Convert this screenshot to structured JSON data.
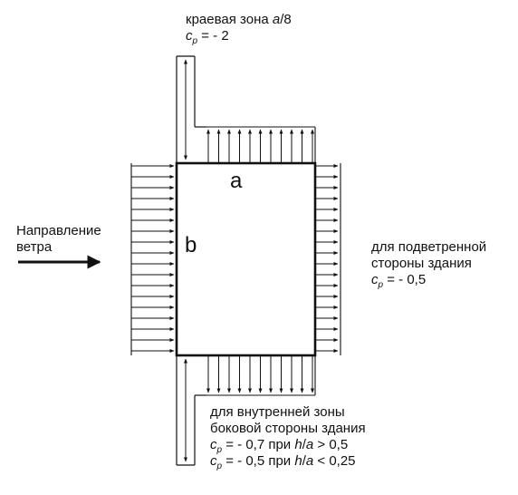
{
  "edge_zone": {
    "line1_text": "краевая зона ",
    "line1_var": "a",
    "line1_suffix": "/8",
    "line2_sym": "c",
    "line2_sub": "p",
    "line2_value": " = - 2"
  },
  "building": {
    "side_a": "a",
    "side_b": "b"
  },
  "wind": {
    "line1": "Направление",
    "line2": "ветра"
  },
  "leeward": {
    "line1": "для подветренной",
    "line2": "стороны здания",
    "coef_sym": "c",
    "coef_sub": "p",
    "coef_value": " = - 0,5"
  },
  "inner_zone": {
    "line1": "для внутренней зоны",
    "line2": "боковой стороны здания",
    "cond1_sym": "c",
    "cond1_sub": "p",
    "cond1_text": " = - 0,7 при ",
    "cond1_var_h": "h",
    "cond1_slash": "/",
    "cond1_var_a": "a",
    "cond1_rest": " > 0,5",
    "cond2_sym": "c",
    "cond2_sub": "p",
    "cond2_text": " = - 0,5 при ",
    "cond2_var_h": "h",
    "cond2_slash": "/",
    "cond2_var_a": "a",
    "cond2_rest": " < 0,25"
  }
}
